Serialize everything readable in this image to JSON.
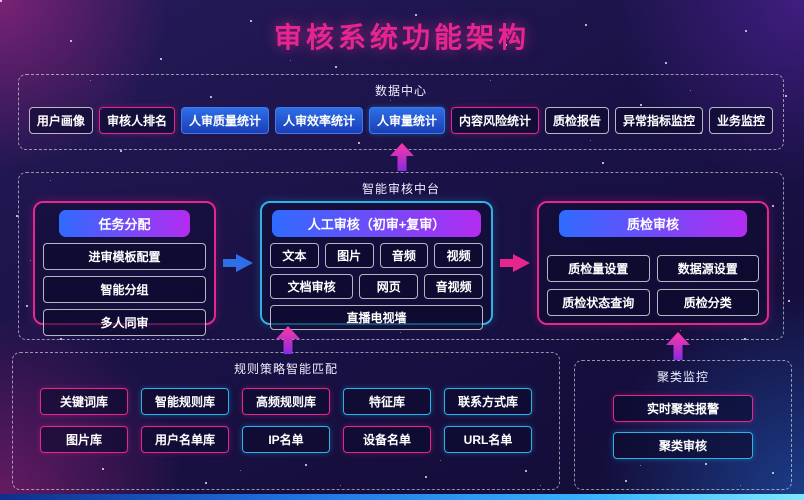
{
  "title": "审核系统功能架构",
  "sections": {
    "data_center": {
      "label": "数据中心",
      "items": [
        "用户画像",
        "审核人排名",
        "人审质量统计",
        "人审效率统计",
        "人审量统计",
        "内容风险统计",
        "质检报告",
        "异常指标监控",
        "业务监控"
      ]
    },
    "middle_platform": {
      "label": "智能审核中台",
      "task_panel": {
        "title": "任务分配",
        "items": [
          "进审模板配置",
          "智能分组",
          "多人同审"
        ]
      },
      "review_panel": {
        "title": "人工审核（初审+复审）",
        "row1": [
          "文本",
          "图片",
          "音频",
          "视频"
        ],
        "row2": [
          "文档审核",
          "网页",
          "音视频"
        ],
        "row3": [
          "直播电视墙"
        ]
      },
      "qc_panel": {
        "title": "质检审核",
        "items": [
          "质检量设置",
          "数据源设置",
          "质检状态查询",
          "质检分类"
        ]
      }
    },
    "rules": {
      "label": "规则策略智能匹配",
      "row1": [
        "关键词库",
        "智能规则库",
        "高频规则库",
        "特征库",
        "联系方式库"
      ],
      "row2": [
        "图片库",
        "用户名单库",
        "IP名单",
        "设备名单",
        "URL名单"
      ]
    },
    "clustering": {
      "label": "聚类监控",
      "items": [
        "实时聚类报警",
        "聚类审核"
      ]
    }
  },
  "colors": {
    "accent_pink": "#e6268e",
    "accent_cyan": "#2bb3e8",
    "header_gradient_start": "#2f6bff",
    "header_gradient_end": "#b32cf0"
  }
}
